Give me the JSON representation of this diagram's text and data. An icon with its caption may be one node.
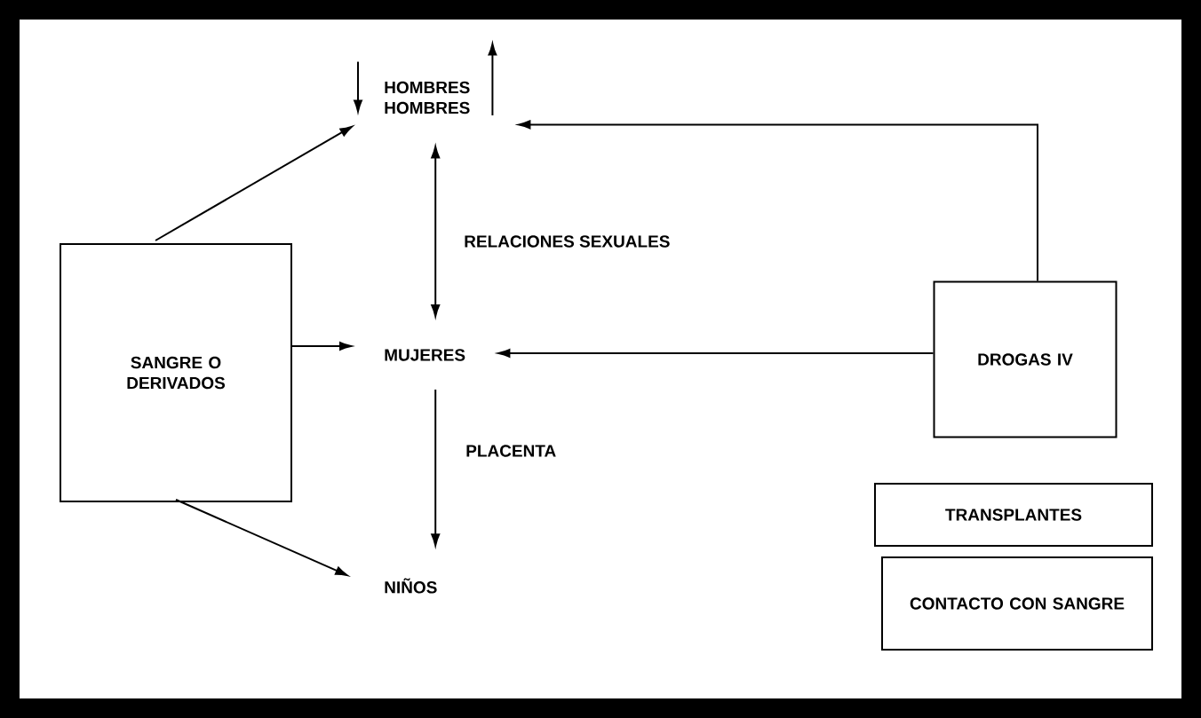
{
  "diagram": {
    "nodes": [
      {
        "text": [
          "HOMBRES HOMBRES"
        ]
      },
      {
        "text": [
          "SANGRE O DERIVADOS"
        ]
      },
      {
        "text": [
          "MUJERES"
        ]
      },
      {
        "text": [
          "NIÑOS"
        ]
      },
      {
        "text": [
          "DROGAS IV"
        ]
      },
      {
        "text": [
          "TRANSPLANTES"
        ]
      },
      {
        "text": [
          "CONTACTO CON SANGRE"
        ]
      }
    ],
    "edges": [
      {
        "from": 1,
        "to": 0,
        "arrow": "to"
      },
      {
        "from": 1,
        "to": 2,
        "arrow": "to"
      },
      {
        "from": 1,
        "to": 3,
        "arrow": "to"
      },
      {
        "from": 0,
        "to": 2,
        "arrow": "both",
        "label": "RELACIONES SEXUALES"
      },
      {
        "from": 2,
        "to": 3,
        "arrow": "to",
        "label": "PLACENTA"
      },
      {
        "from": 4,
        "to": 0,
        "arrow": "to"
      },
      {
        "from": 4,
        "to": 2,
        "arrow": "to"
      },
      {
        "from": null,
        "to": 0,
        "arrow": "to"
      },
      {
        "from": 0,
        "to": null,
        "arrow": "to"
      }
    ]
  }
}
